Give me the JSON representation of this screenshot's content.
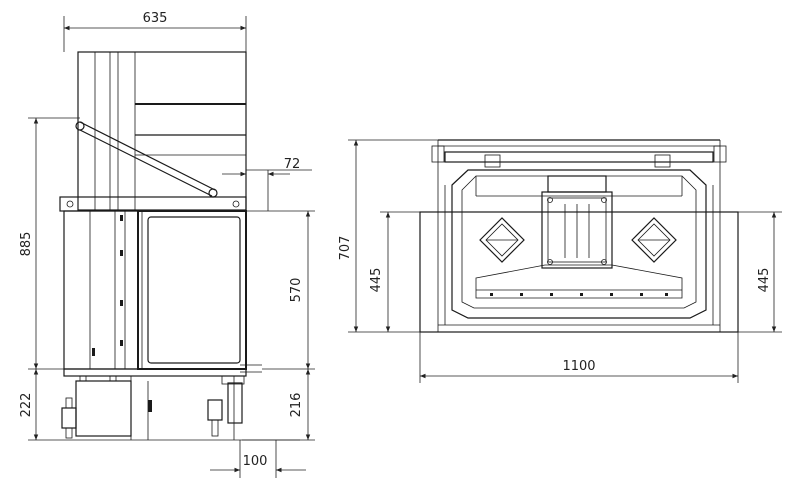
{
  "dimensions": {
    "side_width": "635",
    "side_offset": "72",
    "side_height_total": "885",
    "side_door_height": "570",
    "side_base_height": "222",
    "side_leg_height": "216",
    "side_leg_width": "100",
    "front_height": "707",
    "front_left_height": "445",
    "front_right_height": "445",
    "front_width": "1100"
  },
  "colors": {
    "line": "#1a1a1a",
    "background": "#ffffff"
  }
}
